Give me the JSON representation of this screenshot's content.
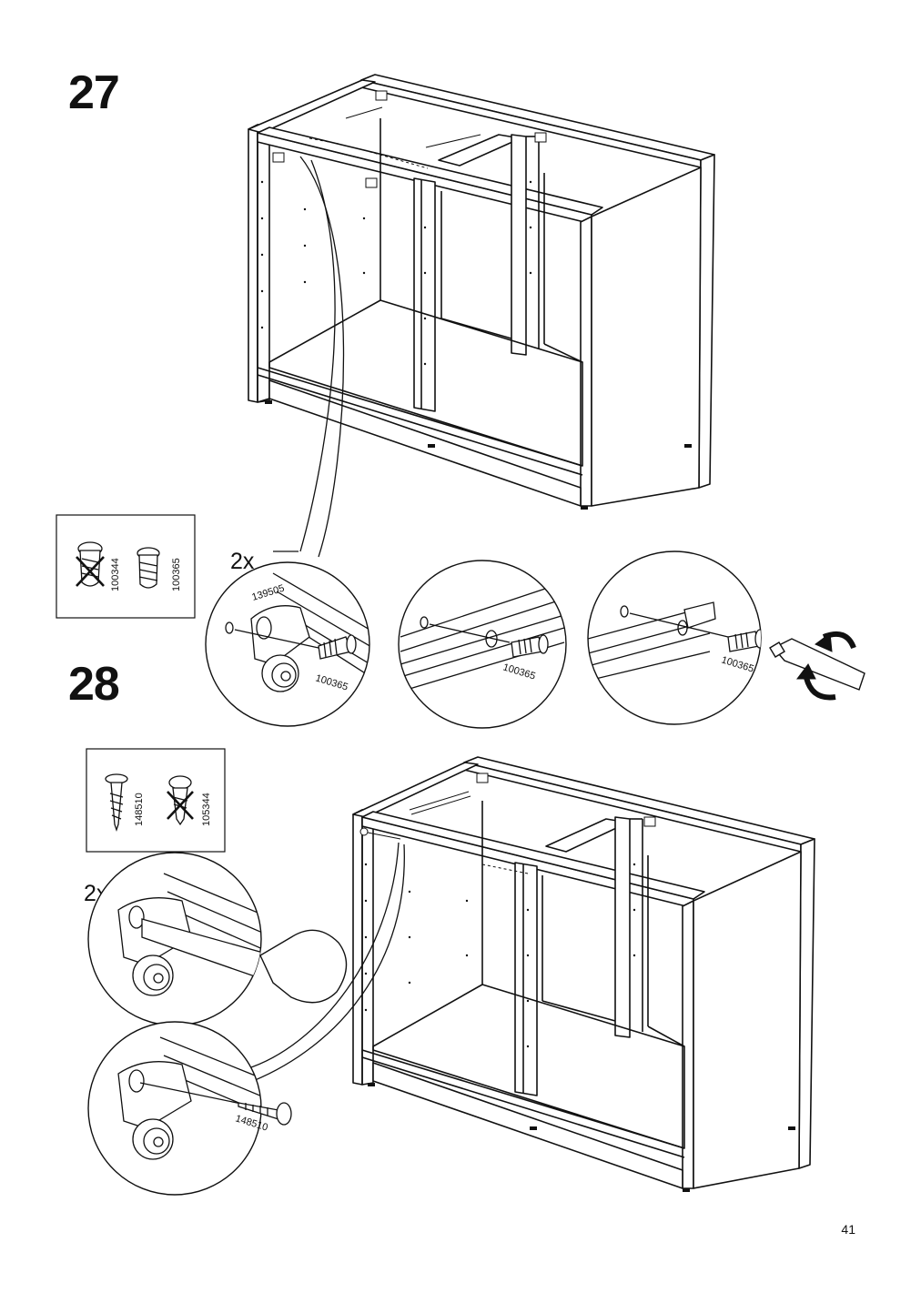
{
  "steps": [
    {
      "number": "27",
      "multiplier": "2x",
      "parts_box": [
        {
          "code": "100344",
          "status": "not-used",
          "icon": "screw-crossed-icon"
        },
        {
          "code": "100365",
          "status": "used",
          "icon": "screw-icon"
        }
      ],
      "callout_labels": {
        "bracket": "139505",
        "screw": "100365"
      },
      "detail_labels": [
        "100365",
        "100365",
        "100365"
      ]
    },
    {
      "number": "28",
      "multiplier": "2x",
      "parts_box": [
        {
          "code": "148510",
          "status": "used",
          "icon": "wood-screw-icon"
        },
        {
          "code": "105344",
          "status": "not-used",
          "icon": "screw-crossed-icon"
        }
      ],
      "callout_labels": {
        "screw": "148510"
      }
    }
  ],
  "page_number": "41"
}
